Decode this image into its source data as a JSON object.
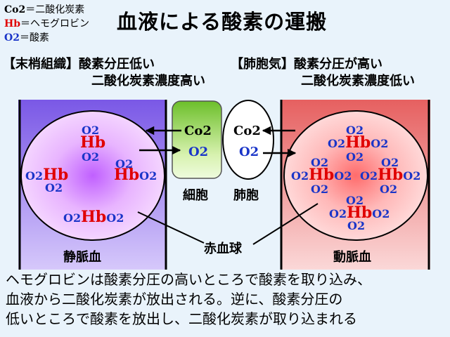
{
  "legend": [
    {
      "key": "Co2",
      "sep": "＝",
      "desc": "二酸化炭素",
      "key_color": "#000000"
    },
    {
      "key": "Hb",
      "sep": "＝",
      "desc": "ヘモグロビン",
      "key_color": "#e00000"
    },
    {
      "key": "O2",
      "sep": "＝",
      "desc": "酸素",
      "key_color": "#1a35c8"
    }
  ],
  "title": "血液による酸素の運搬",
  "left_condition": {
    "bracket": "【末梢組織】",
    "line1": "酸素分圧低い",
    "line2": "二酸化炭素濃度高い"
  },
  "right_condition": {
    "bracket": "【肺胞気】",
    "line1": "酸素分圧が高い",
    "line2": "二酸化炭素濃度低い"
  },
  "symbols": {
    "o2": "O2",
    "hb": "Hb",
    "co2": "Co2"
  },
  "labels": {
    "cell": "細胞",
    "alveolus": "肺胞",
    "red_blood_cell": "赤血球",
    "venous_blood": "静脈血",
    "arterial_blood": "動脈血"
  },
  "explanation": [
    "ヘモグロビンは酸素分圧の高いところで酸素を取り込み、",
    "血液から二酸化炭素が放出される。逆に、酸素分圧の",
    "低いところで酸素を放出し、二酸化炭素が取り込まれる"
  ],
  "colors": {
    "venous": "#9a7cf0",
    "arterial": "#ea7d7d",
    "cell_fill": "#a8e066",
    "o2_color": "#1a35c8",
    "hb_color": "#e00000"
  }
}
